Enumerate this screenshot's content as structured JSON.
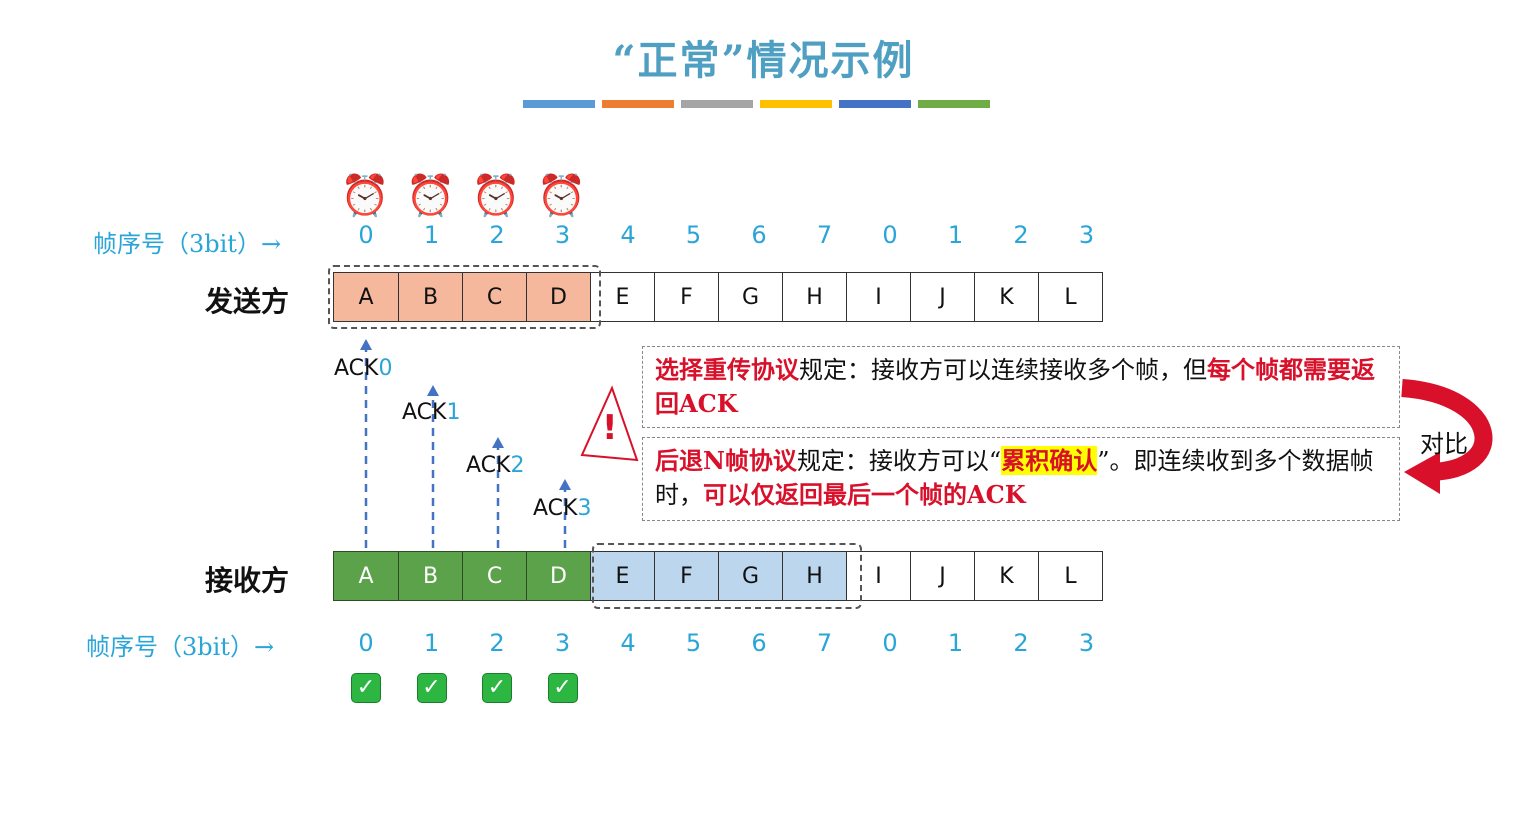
{
  "title": "“正常”情况示例",
  "strip_colors": [
    "#5b9bd5",
    "#ed7d31",
    "#a5a5a5",
    "#ffc000",
    "#4472c4",
    "#70ad47"
  ],
  "seq_label_top": "帧序号（3bit）→",
  "seq_label_bottom": "帧序号（3bit）→",
  "seq_numbers": [
    "0",
    "1",
    "2",
    "3",
    "4",
    "5",
    "6",
    "7",
    "0",
    "1",
    "2",
    "3"
  ],
  "sender_label": "发送方",
  "receiver_label": "接收方",
  "frames": [
    "A",
    "B",
    "C",
    "D",
    "E",
    "F",
    "G",
    "H",
    "I",
    "J",
    "K",
    "L"
  ],
  "clock_icon": "⏰",
  "acks": [
    {
      "prefix": "ACK",
      "num": "0"
    },
    {
      "prefix": "ACK",
      "num": "1"
    },
    {
      "prefix": "ACK",
      "num": "2"
    },
    {
      "prefix": "ACK",
      "num": "3"
    }
  ],
  "check_icon": "✓",
  "warning_icon": "!",
  "box1": {
    "red1": "选择重传协议",
    "text1": "规定：接收方可以连续接收多个帧，但",
    "red2": "每个帧都需要返回ACK"
  },
  "box2": {
    "red1": "后退N帧协议",
    "text1": "规定：接收方可以“",
    "hl": "累积确认",
    "text2": "”。即连续收到多个数据帧时，",
    "red2": "可以仅返回最后一个帧的ACK"
  },
  "compare_label": "对比",
  "colors": {
    "sender_window": "#f6b89c",
    "received_ok": "#5ba24a",
    "receiver_window": "#bcd6ee",
    "accent_red": "#d8102a",
    "seq_blue": "#2aa5d8"
  }
}
